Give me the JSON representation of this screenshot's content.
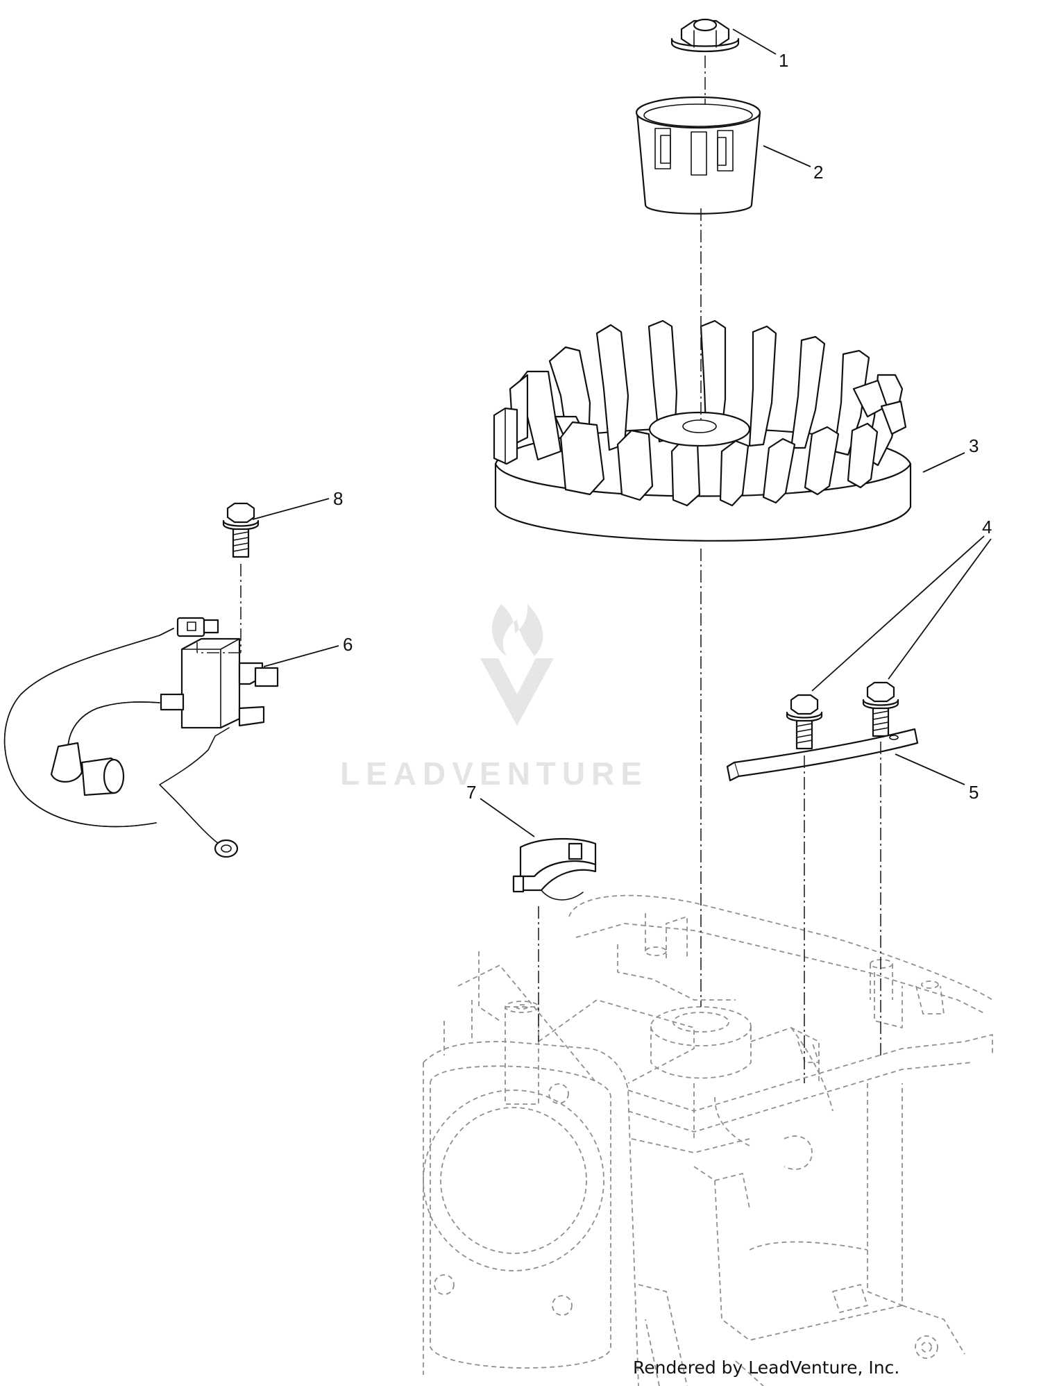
{
  "diagram": {
    "callouts": [
      {
        "id": "1",
        "label": "1"
      },
      {
        "id": "2",
        "label": "2"
      },
      {
        "id": "3",
        "label": "3"
      },
      {
        "id": "4",
        "label": "4"
      },
      {
        "id": "5",
        "label": "5"
      },
      {
        "id": "6",
        "label": "6"
      },
      {
        "id": "7",
        "label": "7"
      },
      {
        "id": "8",
        "label": "8"
      }
    ],
    "watermark": "LEADVENTURE",
    "credit": "Rendered by LeadVenture, Inc."
  }
}
